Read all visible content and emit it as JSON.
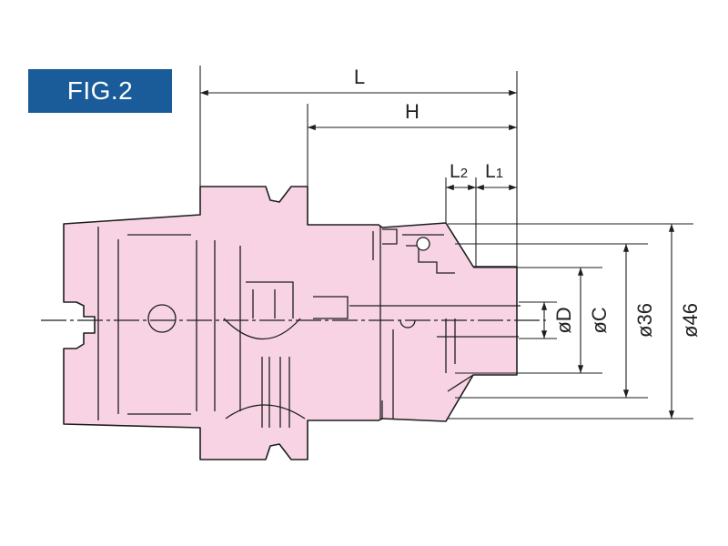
{
  "figure": {
    "label": "FIG.2"
  },
  "colors": {
    "body_fill": "#f7d3e3",
    "badge_bg": "#1a5c99",
    "line": "#1e1e1e"
  },
  "dimensions": {
    "length_total": "L",
    "length_h": "H",
    "length_l2": "L",
    "length_l2_sub": "2",
    "length_l1": "L",
    "length_l1_sub": "1",
    "dia_d": "øD",
    "dia_c": "øC",
    "dia_36": "ø36",
    "dia_46": "ø46"
  }
}
